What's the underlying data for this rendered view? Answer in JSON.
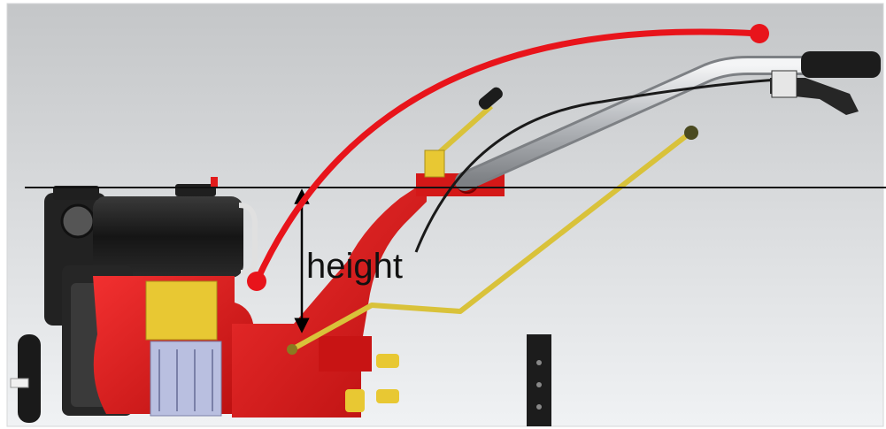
{
  "labels": {
    "dimension": "height"
  },
  "colors": {
    "arc": "#e8141b",
    "machine_red": "#e21b1b",
    "engine_black": "#1c1c1c",
    "yellow_part": "#e8c833",
    "yellow_rod": "#d9c23a",
    "gearbox": "#b9bfe0",
    "handle": "#c8cbd0",
    "background_top": "#c9cbcc",
    "background_bottom": "#eef0f2"
  },
  "icons": {
    "arc_start": "red-dot-marker",
    "arc_end": "red-dot-marker",
    "dimension": "double-arrow"
  }
}
